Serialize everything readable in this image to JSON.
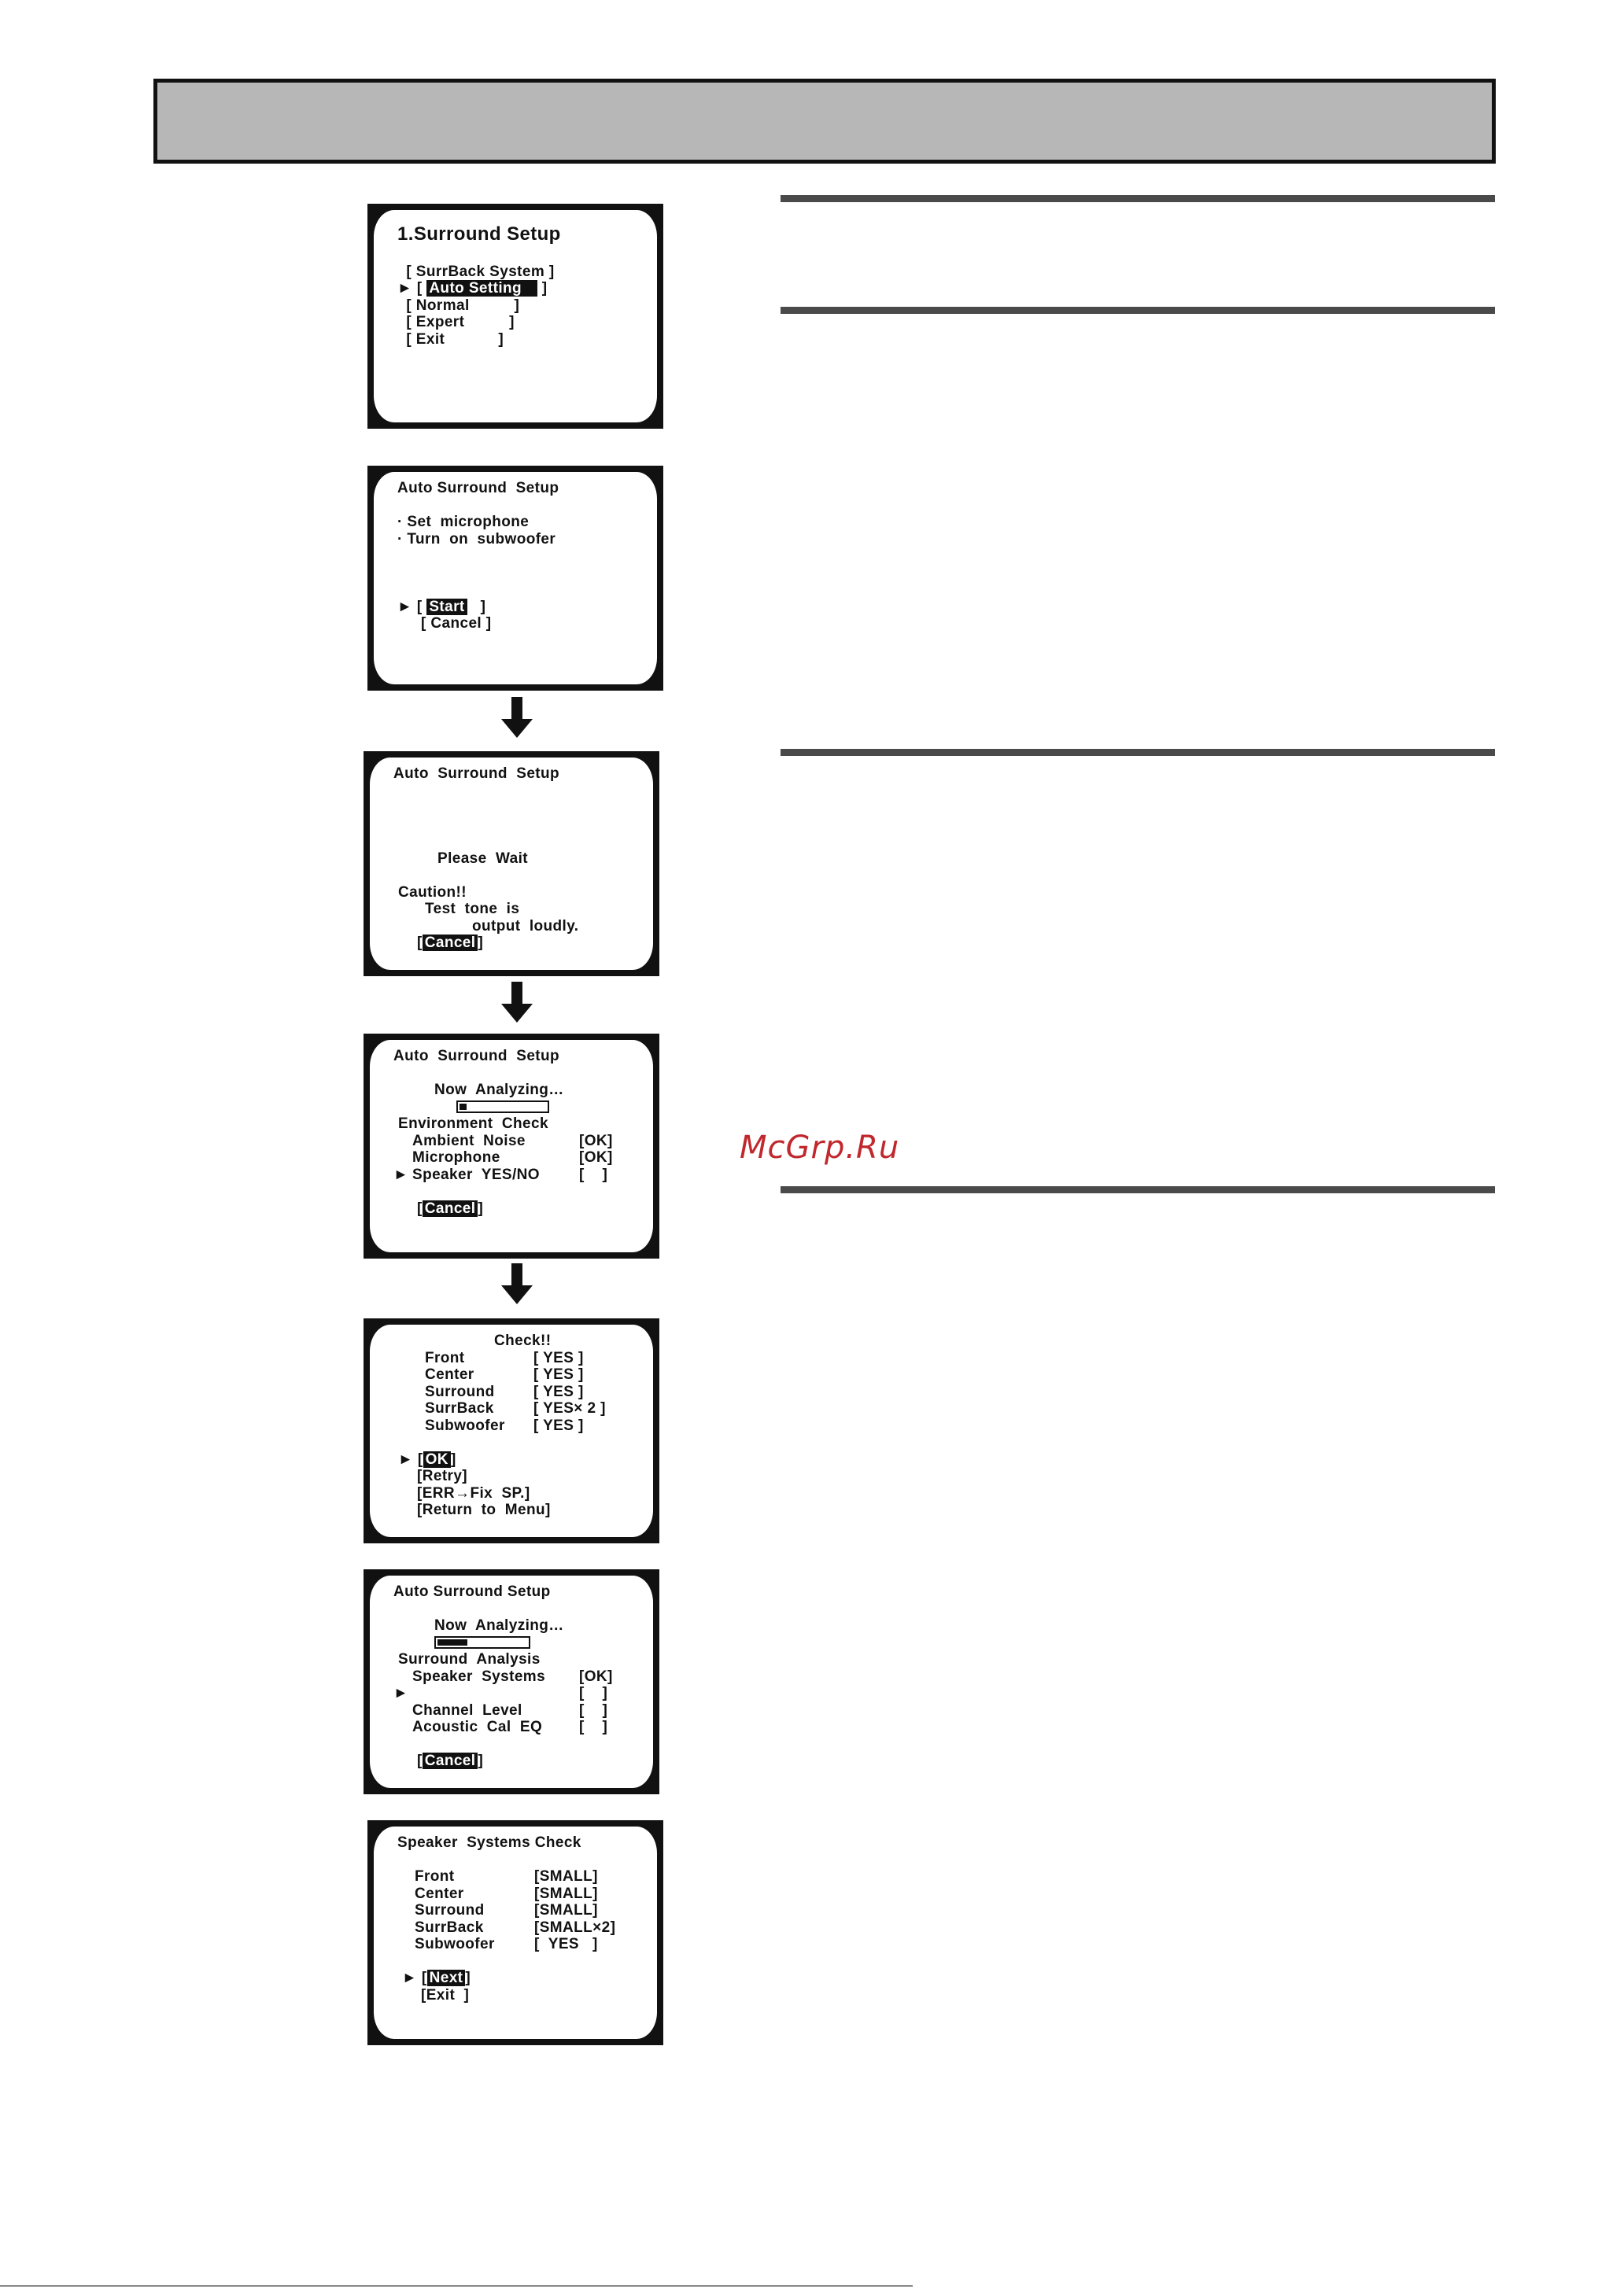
{
  "screens": {
    "s1": {
      "title": "1.Surround Setup",
      "items": [
        {
          "pointer": " ",
          "pre": "[ ",
          "label": "SurrBack System",
          "post": " ]",
          "selected": false
        },
        {
          "pointer": "►",
          "pre": "[ ",
          "label": "Auto Setting   ",
          "post": " ]",
          "selected": true
        },
        {
          "pointer": " ",
          "pre": "[ ",
          "label": "Normal         ",
          "post": " ]",
          "selected": false
        },
        {
          "pointer": " ",
          "pre": "[ ",
          "label": "Expert         ",
          "post": " ]",
          "selected": false
        },
        {
          "pointer": " ",
          "pre": "[ ",
          "label": "Exit           ",
          "post": " ]",
          "selected": false
        }
      ]
    },
    "s2": {
      "title": "Auto Surround  Setup",
      "line1": "· Set  microphone",
      "line2": "· Turn  on  subwoofer",
      "start_pointer": "►",
      "start_label": "Start",
      "cancel": "[ Cancel ]"
    },
    "s3": {
      "title": "Auto  Surround  Setup",
      "wait": "Please  Wait",
      "caution": "Caution!!",
      "tone1": "Test  tone  is",
      "tone2": "output  loudly.",
      "cancel_label": "Cancel"
    },
    "s4": {
      "title": "Auto  Surround  Setup",
      "analyzing": "Now  Analyzing…",
      "progress": 0.08,
      "section": "Environment  Check",
      "rows": [
        {
          "pointer": " ",
          "label": "Ambient  Noise",
          "status": "[OK]"
        },
        {
          "pointer": " ",
          "label": "Microphone",
          "status": "[OK]"
        },
        {
          "pointer": "►",
          "label": "Speaker  YES/NO",
          "status": "[    ]"
        }
      ],
      "cancel_label": "Cancel"
    },
    "s5": {
      "title": "Check!!",
      "rows": [
        {
          "label": "Front",
          "status": "[ YES ]"
        },
        {
          "label": "Center",
          "status": "[ YES ]"
        },
        {
          "label": "Surround",
          "status": "[ YES ]"
        },
        {
          "label": "SurrBack",
          "status": "[ YES× 2 ]"
        },
        {
          "label": "Subwoofer",
          "status": "[ YES ]"
        }
      ],
      "ok_label": "OK",
      "retry": "[Retry]",
      "fix": "[ERR→Fix  SP.]",
      "return_menu": "[Return  to  Menu]"
    },
    "s6": {
      "title": "Auto Surround Setup",
      "analyzing": "Now  Analyzing…",
      "progress": 0.32,
      "section": "Surround  Analysis",
      "rows": [
        {
          "pointer": " ",
          "label": "Speaker  Systems",
          "status": "[OK]"
        },
        {
          "pointer": "►",
          "label": "",
          "status": "[    ]"
        },
        {
          "pointer": " ",
          "label": "Channel  Level",
          "status": "[    ]"
        },
        {
          "pointer": " ",
          "label": "Acoustic  Cal  EQ",
          "status": "[    ]"
        }
      ],
      "cancel_label": "Cancel"
    },
    "s7": {
      "title": "Speaker  Systems Check",
      "rows": [
        {
          "label": "Front",
          "status": "[SMALL]"
        },
        {
          "label": "Center",
          "status": "[SMALL]"
        },
        {
          "label": "Surround",
          "status": "[SMALL]"
        },
        {
          "label": "SurrBack",
          "status": "[SMALL×2]"
        },
        {
          "label": "Subwoofer",
          "status": "[  YES   ]"
        }
      ],
      "next_label": "Next",
      "exit": "[Exit  ]"
    }
  },
  "watermark": "McGrp.Ru"
}
